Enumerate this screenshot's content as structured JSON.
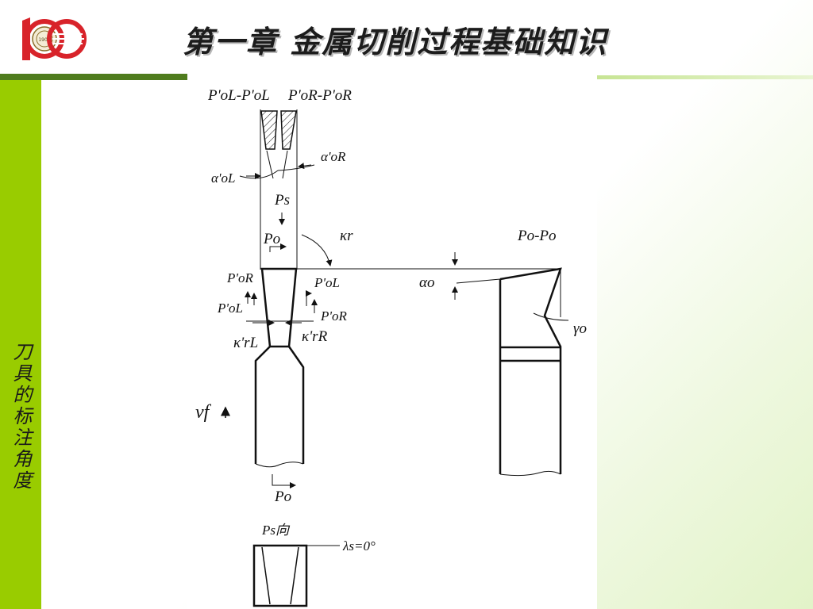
{
  "header": {
    "title": "第一章 金属切削过程基础知识",
    "logo_text": "100",
    "logo_year": "1909"
  },
  "sidebar": {
    "section_label": "刀具的标注角度"
  },
  "colors": {
    "sidebar_green": "#99cc00",
    "rule_dark": "#4f7c1e",
    "logo_red": "#d8232a"
  },
  "diagram": {
    "label_section_left_top": "P'oL-P'oL",
    "label_section_right_top": "P'oR-P'oR",
    "angles": {
      "alpha_oR": "α'oR",
      "alpha_oL": "α'oL",
      "kappa_r": "κr",
      "alpha_o": "αo",
      "gamma_o": "γo",
      "kappa_rL": "κ'rL",
      "kappa_rR": "κ'rR",
      "lambda_s": "λs=0°"
    },
    "planes": {
      "ps": "Ps",
      "po_top": "Po",
      "po_bottom": "Po",
      "po_section": "Po-Po",
      "p_oR_left": "P'oR",
      "p_oL_left": "P'oL",
      "p_oL_right": "P'oL",
      "p_oR_right": "P'oR",
      "ps_view": "Ps向"
    },
    "feed": "vf"
  }
}
